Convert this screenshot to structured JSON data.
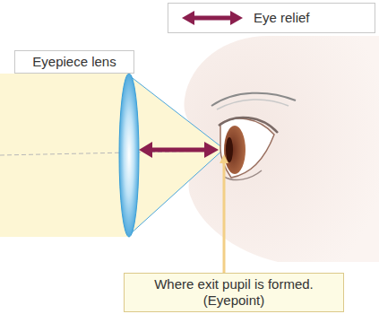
{
  "diagram": {
    "nodes": [
      {
        "text": [
          "Eyepiece lens"
        ]
      },
      {
        "text": [
          "Where exit pupil is formed. (Eyepoint)"
        ]
      }
    ],
    "legend": [
      {
        "text": "Eye relief"
      }
    ]
  }
}
